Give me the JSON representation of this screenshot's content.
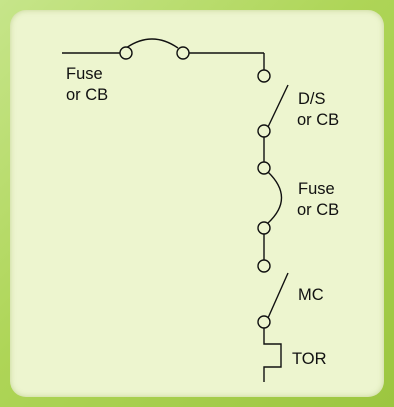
{
  "labels": {
    "fuse_top_line1": "Fuse",
    "fuse_top_line2": "or CB",
    "ds_line1": "D/S",
    "ds_line2": "or CB",
    "fuse_mid_line1": "Fuse",
    "fuse_mid_line2": "or CB",
    "mc": "MC",
    "tor": "TOR"
  },
  "colors": {
    "frame_green": "#a9d150",
    "panel_fill": "#edf5cf",
    "line": "#111111"
  }
}
